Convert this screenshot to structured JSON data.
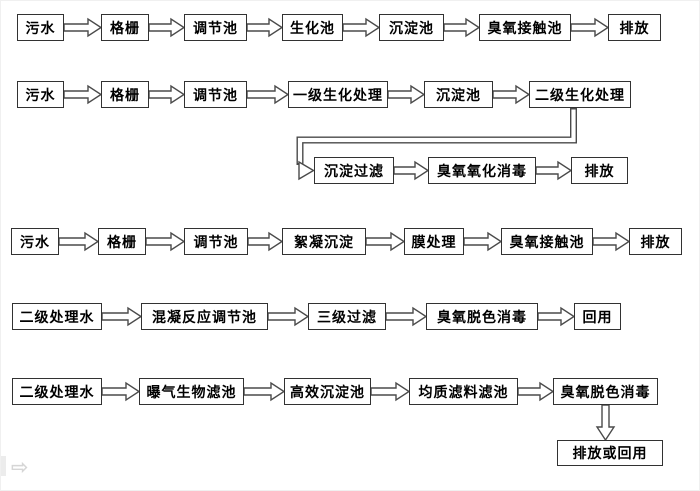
{
  "diagram_title": "",
  "rows": [
    [
      "污水",
      "格栅",
      "调节池",
      "生化池",
      "沉淀池",
      "臭氧接触池",
      "排放"
    ],
    [
      "污水",
      "格栅",
      "调节池",
      "一级生化处理",
      "沉淀池",
      "二级生化处理"
    ],
    [
      "沉淀过滤",
      "臭氧氧化消毒",
      "排放"
    ],
    [
      "污水",
      "格栅",
      "调节池",
      "絮凝沉淀",
      "膜处理",
      "臭氧接触池",
      "排放"
    ],
    [
      "二级处理水",
      "混凝反应调节池",
      "三级过滤",
      "臭氧脱色消毒",
      "回用"
    ],
    [
      "二级处理水",
      "曝气生物滤池",
      "高效沉淀池",
      "均质滤料滤池",
      "臭氧脱色消毒"
    ],
    [
      "排放或回用"
    ]
  ],
  "watermark": {
    "glyph": "⇨"
  },
  "colors": {
    "background": "#ffffff",
    "box_border": "#323232",
    "arrow_outline": "#4a4a4a",
    "text": "#000000"
  }
}
